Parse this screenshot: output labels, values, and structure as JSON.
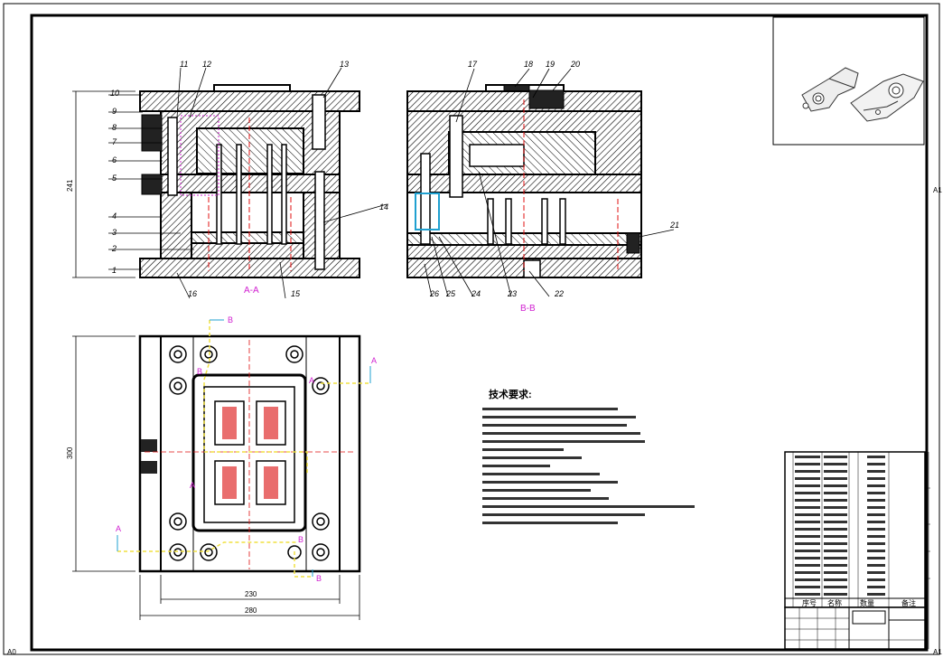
{
  "section_labels": {
    "aa": "A-A",
    "bb": "B-B"
  },
  "part_numbers_left": [
    "1",
    "2",
    "3",
    "4",
    "5",
    "6",
    "7",
    "8",
    "9",
    "10",
    "11",
    "12",
    "13",
    "14",
    "15",
    "16"
  ],
  "part_numbers_right": [
    "17",
    "18",
    "19",
    "20",
    "21",
    "22",
    "23",
    "24",
    "25",
    "26"
  ],
  "dimensions": {
    "height_241": "241",
    "height_300": "300",
    "width_230": "230",
    "width_280": "280"
  },
  "cut_markers": {
    "a": "A",
    "b": "B"
  },
  "tech_requirements": {
    "title": "技术要求:"
  },
  "title_block": {
    "header_seq": "序号",
    "header_name": "名称",
    "header_qty": "数量",
    "header_note": "备注"
  },
  "edge_marks": {
    "top_right": "A1",
    "bottom_left": "A0",
    "bottom_right": "A1"
  },
  "colors": {
    "section": "#d020d0",
    "centerline": "#e01010",
    "line": "#000000",
    "marker": "#f0e040"
  }
}
